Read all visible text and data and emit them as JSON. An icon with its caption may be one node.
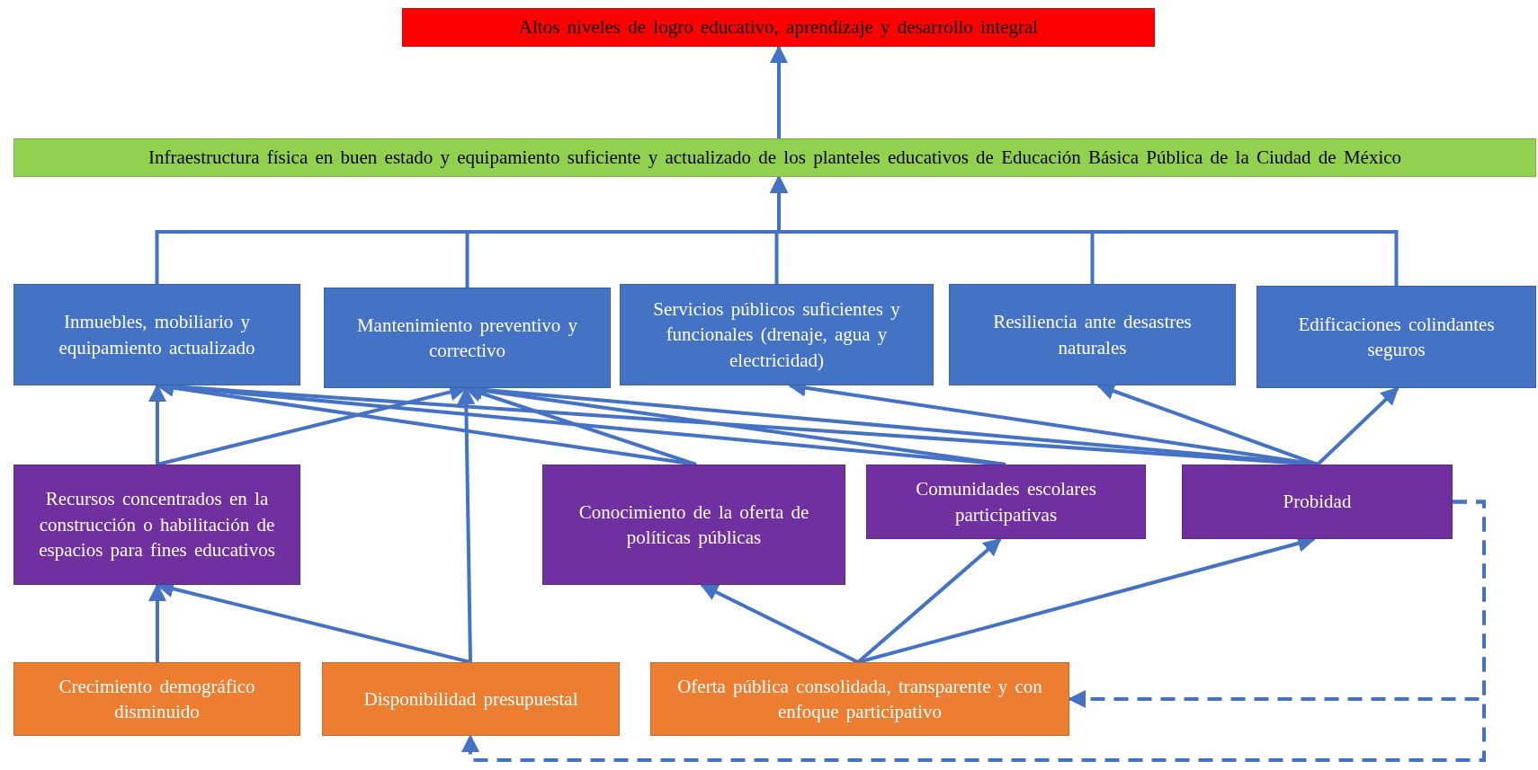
{
  "diagram": {
    "nodes": [
      {
        "text": [
          "Altos niveles de logro educativo, aprendizaje y desarrollo integral"
        ]
      },
      {
        "text": [
          "Infraestructura física en buen estado y equipamiento suficiente y actualizado de los planteles educativos de Educación Básica Pública de la Ciudad de México"
        ]
      },
      {
        "text": [
          "Inmuebles, mobiliario y equipamiento actualizado"
        ]
      },
      {
        "text": [
          "Mantenimiento preventivo y correctivo"
        ]
      },
      {
        "text": [
          "Servicios públicos suficientes y funcionales (drenaje, agua y electricidad)"
        ]
      },
      {
        "text": [
          "Resiliencia ante desastres naturales"
        ]
      },
      {
        "text": [
          "Edificaciones colindantes seguros"
        ]
      },
      {
        "text": [
          "Recursos concentrados en la construcción o habilitación de espacios para fines educativos"
        ]
      },
      {
        "text": [
          "Conocimiento de la oferta de políticas públicas"
        ]
      },
      {
        "text": [
          "Comunidades escolares participativas"
        ]
      },
      {
        "text": [
          "Probidad"
        ]
      },
      {
        "text": [
          "Crecimiento demográfico disminuido"
        ]
      },
      {
        "text": [
          "Disponibilidad presupuestal"
        ]
      },
      {
        "text": [
          "Oferta pública consolidada, transparente y con enfoque participativo"
        ]
      }
    ],
    "edges": [
      {
        "from": 1,
        "to": 0,
        "arrow": "to"
      },
      {
        "from": 2,
        "to": 1,
        "arrow": "to"
      },
      {
        "from": 3,
        "to": 1,
        "arrow": "to"
      },
      {
        "from": 4,
        "to": 1,
        "arrow": "to"
      },
      {
        "from": 5,
        "to": 1,
        "arrow": "to"
      },
      {
        "from": 6,
        "to": 1,
        "arrow": "to"
      },
      {
        "from": 7,
        "to": 2,
        "arrow": "to"
      },
      {
        "from": 7,
        "to": 3,
        "arrow": "to"
      },
      {
        "from": 8,
        "to": 2,
        "arrow": "to"
      },
      {
        "from": 8,
        "to": 3,
        "arrow": "to"
      },
      {
        "from": 9,
        "to": 2,
        "arrow": "to"
      },
      {
        "from": 9,
        "to": 3,
        "arrow": "to"
      },
      {
        "from": 10,
        "to": 2,
        "arrow": "to"
      },
      {
        "from": 10,
        "to": 3,
        "arrow": "to"
      },
      {
        "from": 10,
        "to": 4,
        "arrow": "to"
      },
      {
        "from": 10,
        "to": 5,
        "arrow": "to"
      },
      {
        "from": 10,
        "to": 6,
        "arrow": "to"
      },
      {
        "from": 11,
        "to": 7,
        "arrow": "to"
      },
      {
        "from": 12,
        "to": 7,
        "arrow": "to"
      },
      {
        "from": 12,
        "to": 3,
        "arrow": "to"
      },
      {
        "from": 13,
        "to": 8,
        "arrow": "to"
      },
      {
        "from": 13,
        "to": 9,
        "arrow": "to"
      },
      {
        "from": 13,
        "to": 10,
        "arrow": "to"
      },
      {
        "from": 10,
        "to": 13,
        "arrow": "to",
        "style": "dashed"
      },
      {
        "from": 10,
        "to": 12,
        "arrow": "to",
        "style": "dashed"
      }
    ]
  }
}
